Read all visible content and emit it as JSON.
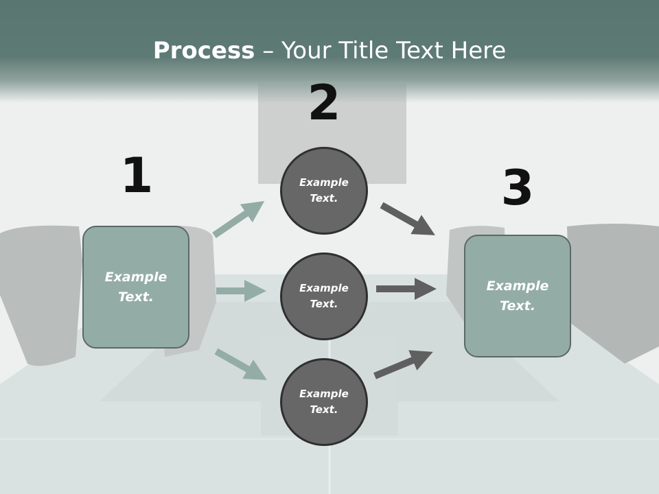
{
  "title": {
    "bold": "Process",
    "rest": " – Your Title Text Here"
  },
  "steps": [
    {
      "number": "1",
      "label_line1": "Example",
      "label_line2": "Text."
    },
    {
      "number": "2"
    },
    {
      "number": "3",
      "label_line1": "Example",
      "label_line2": "Text."
    }
  ],
  "circles": [
    {
      "label_line1": "Example",
      "label_line2": "Text."
    },
    {
      "label_line1": "Example",
      "label_line2": "Text."
    },
    {
      "label_line1": "Example",
      "label_line2": "Text."
    }
  ],
  "colors": {
    "header": "#5a7670",
    "box_fill": "#93aca6",
    "circle_fill": "#676767",
    "arrow_light": "#93aca6",
    "arrow_dark": "#5f5f5f"
  }
}
